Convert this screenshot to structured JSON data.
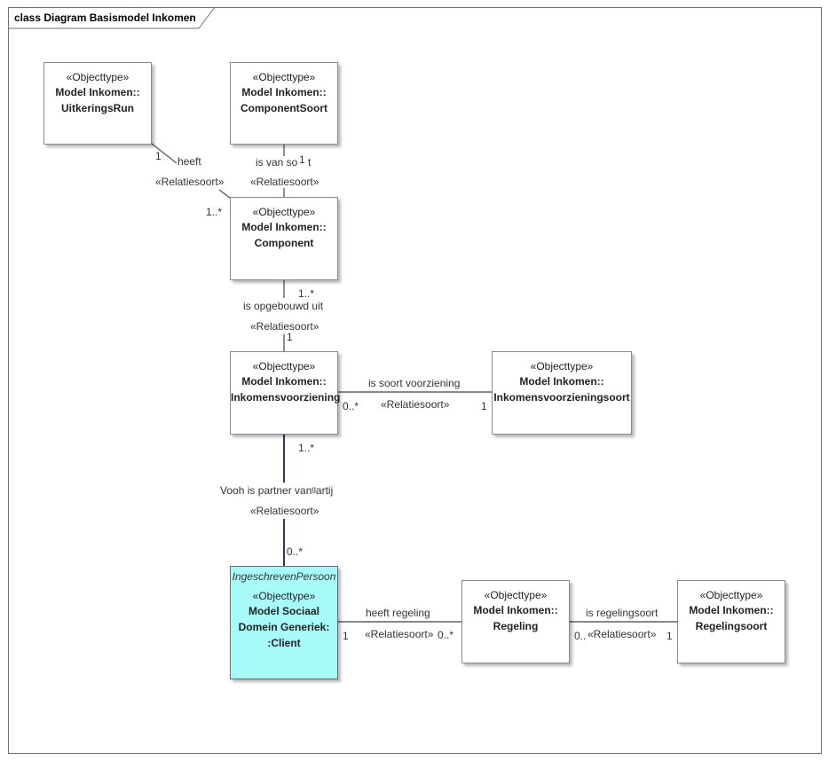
{
  "diagram": {
    "title": "class Diagram Basismodel Inkomen"
  },
  "boxes": {
    "uitkeringsrun": {
      "stereotype": "«Objecttype»",
      "name_line1": "Model Inkomen::",
      "name_line2": "UitkeringsRun"
    },
    "componentsoort": {
      "stereotype": "«Objecttype»",
      "name_line1": "Model Inkomen::",
      "name_line2": "ComponentSoort"
    },
    "component": {
      "stereotype": "«Objecttype»",
      "name_line1": "Model Inkomen::",
      "name_line2": "Component"
    },
    "inkomensvoorziening": {
      "stereotype": "«Objecttype»",
      "name_line1": "Model Inkomen::",
      "name_line2": "Inkomensvoorziening"
    },
    "inkomensvoorzieningsoort": {
      "stereotype": "«Objecttype»",
      "name_line1": "Model Inkomen::",
      "name_line2": "Inkomensvoorzieningsoort"
    },
    "client": {
      "type_label": "IngeschrevenPersoon",
      "stereotype": "«Objecttype»",
      "name_line1": "Model Sociaal",
      "name_line2": "Domein Generiek:",
      "name_line3": ":Client"
    },
    "regeling": {
      "stereotype": "«Objecttype»",
      "name_line1": "Model Inkomen::",
      "name_line2": "Regeling"
    },
    "regelingsoort": {
      "stereotype": "«Objecttype»",
      "name_line1": "Model Inkomen::",
      "name_line2": "Regelingsoort"
    }
  },
  "relations": {
    "heeft": {
      "name": "heeft",
      "stereotype": "«Relatiesoort»",
      "mult_source": "1",
      "mult_target": "1..*"
    },
    "is_van_soort": {
      "name": "is van so",
      "stereotype": "«Relatiesoort»",
      "mult_source": "1",
      "name_tail": "t"
    },
    "is_opgebouwd_uit": {
      "name": "is opgebouwd uit",
      "stereotype": "«Relatiesoort»",
      "mult_source": "1..*",
      "mult_target": "1"
    },
    "is_soort_voorziening": {
      "name": "is soort voorziening",
      "stereotype": "«Relatiesoort»",
      "mult_source": "0..*",
      "mult_target": "1"
    },
    "voor_partner": {
      "name": "Vooh is partner vanᵍartij",
      "stereotype": "«Relatiesoort»",
      "mult_source": "1..*",
      "mult_target": "0..*"
    },
    "heeft_regeling": {
      "name": "heeft regeling",
      "stereotype": "«Relatiesoort»",
      "mult_source": "1",
      "mult_target": "0..*"
    },
    "is_regelingsoort": {
      "name": "is regelingsoort",
      "stereotype": "«Relatiesoort»",
      "mult_source": "0..",
      "mult_target": "1"
    }
  }
}
